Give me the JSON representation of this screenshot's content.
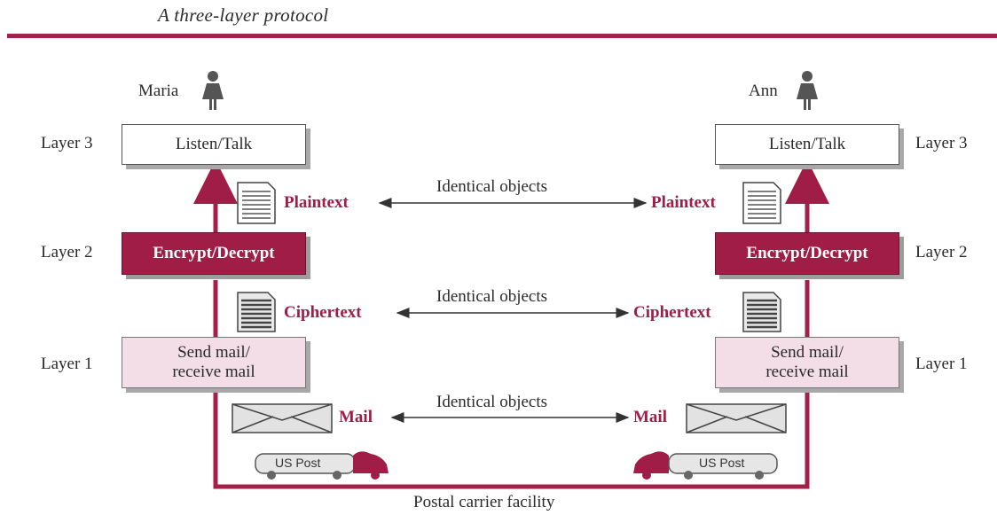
{
  "title": "A three-layer protocol",
  "left_person": {
    "name": "Maria"
  },
  "right_person": {
    "name": "Ann"
  },
  "layers": {
    "layer3": {
      "label": "Layer 3",
      "box": "Listen/Talk"
    },
    "layer2": {
      "label": "Layer 2",
      "box": "Encrypt/Decrypt"
    },
    "layer1": {
      "label": "Layer 1",
      "box_line1": "Send mail/",
      "box_line2": "receive mail"
    }
  },
  "objects": {
    "plaintext": "Plaintext",
    "ciphertext": "Ciphertext",
    "mail": "Mail"
  },
  "identical_label": "Identical objects",
  "truck_label": "US Post",
  "bottom_label": "Postal carrier facility",
  "colors": {
    "accent": "#a01d47",
    "pink_fill": "#f3dde7",
    "line": "#a3204a"
  },
  "icons": [
    "person-icon",
    "document-icon",
    "envelope-icon",
    "mail-truck-icon"
  ]
}
